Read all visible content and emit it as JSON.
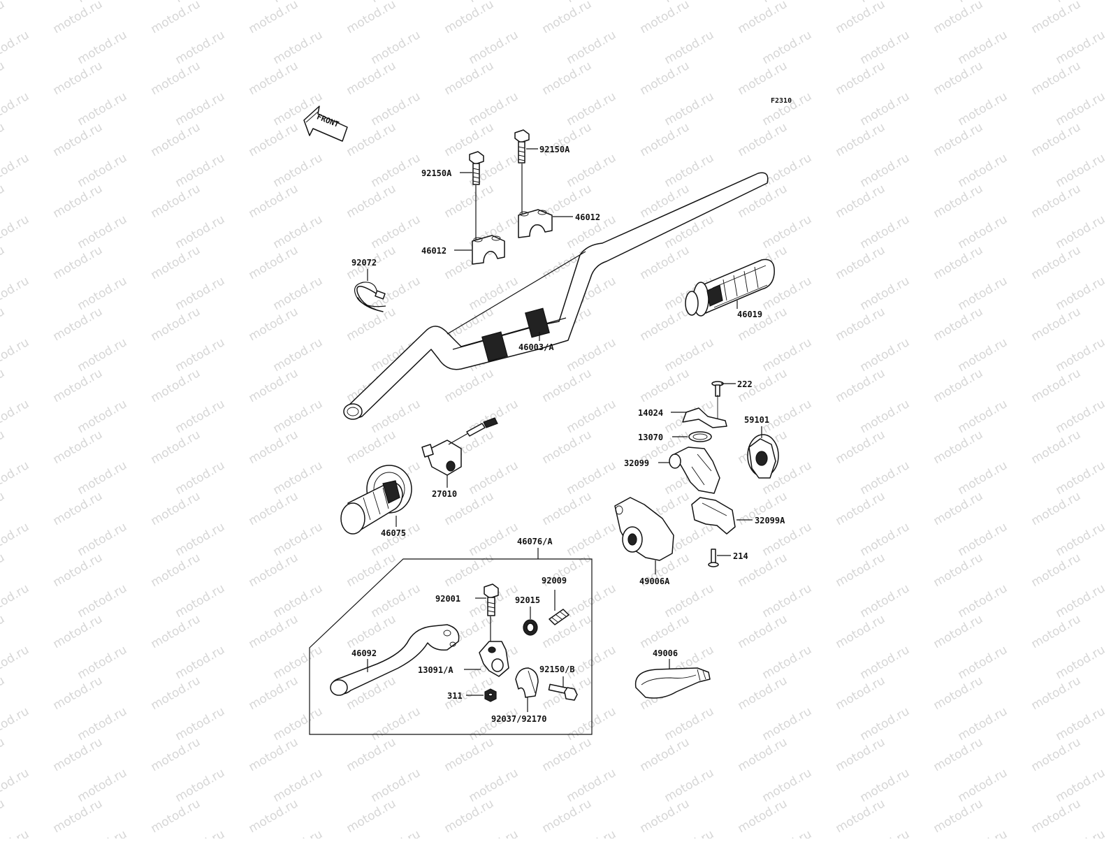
{
  "diagram": {
    "figure_code": "F2310",
    "direction_label": "FRONT",
    "watermark": "motod.ru",
    "group_box_label": "46076/A",
    "labels": {
      "bolt_a_top": "92150A",
      "bolt_a_left": "92150A",
      "holder_top": "46012",
      "holder_left": "46012",
      "clamp_ring": "92072",
      "handlebar": "46003/A",
      "grip_right": "46019",
      "screw_222": "222",
      "cover_14024": "14024",
      "clamp_13070": "13070",
      "case_32099": "32099",
      "pulley_59101": "59101",
      "case_32099a": "32099A",
      "screw_214": "214",
      "housing_49006a": "49006A",
      "switch_27010": "27010",
      "grip_left": "46075",
      "bolt_92001": "92001",
      "spring_92015": "92015",
      "adjuster_92009": "92009",
      "lever_46092": "46092",
      "bracket_13091": "13091/A",
      "bolt_92150b": "92150/B",
      "nut_311": "311",
      "clamp_92037": "92037/92170",
      "boot_49006": "49006"
    }
  }
}
